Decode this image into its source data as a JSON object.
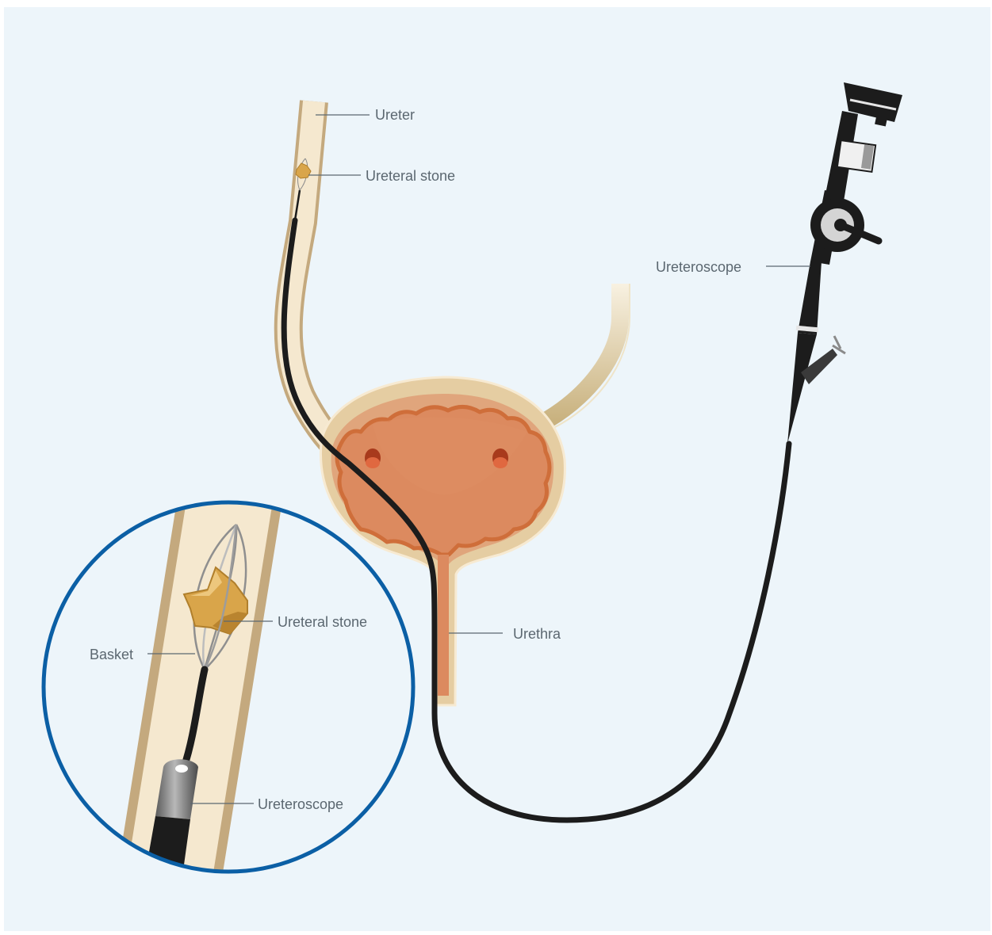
{
  "labels": {
    "ureter": "Ureter",
    "ureteral_stone": "Ureteral stone",
    "ureteroscope": "Ureteroscope",
    "urethra": "Urethra",
    "inset_ureteral_stone": "Ureteral stone",
    "inset_basket": "Basket",
    "inset_ureteroscope": "Ureteroscope"
  },
  "colors": {
    "background": "#edf5fa",
    "tissue": "#f5e8cf",
    "tissue_edge": "#c4a97e",
    "bladder_outer": "#e5cda2",
    "bladder_inner": "#dd8a5e",
    "bladder_rim": "#cf6e3a",
    "scope": "#1c1c1c",
    "stone": "#d9a54a",
    "inset_ring": "#0b5fa5",
    "leader": "#5b6770"
  },
  "icons": [
    "ureteroscope-icon",
    "kidney-stone-icon",
    "stone-basket-icon"
  ]
}
